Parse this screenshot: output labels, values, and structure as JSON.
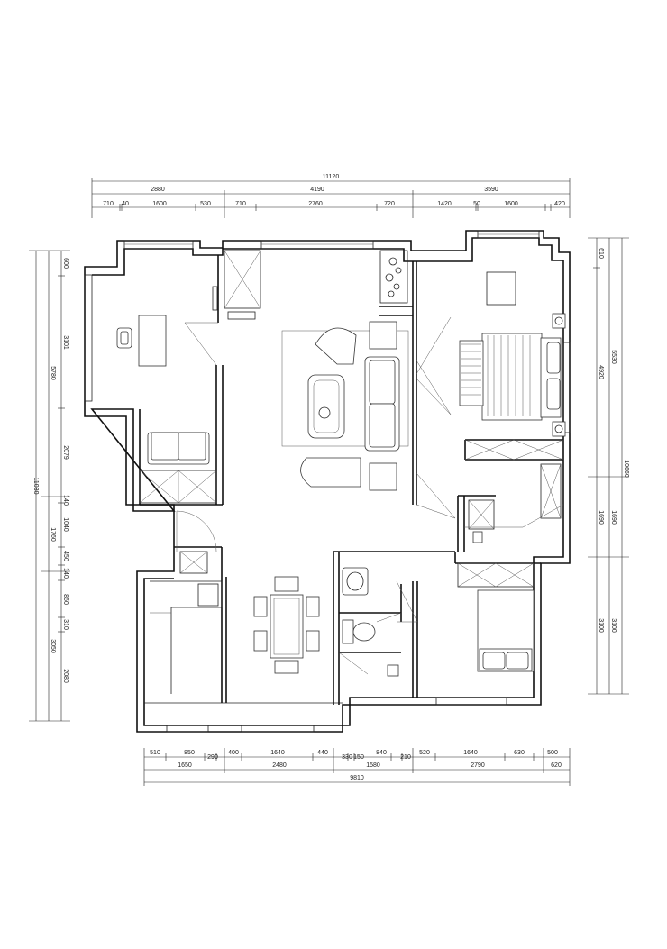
{
  "dimensions": {
    "top": {
      "overall": "11120",
      "sections": [
        "2880",
        "4190",
        "3590"
      ],
      "details": [
        "710",
        "40",
        "1600",
        "530",
        "710",
        "2760",
        "720",
        "1420",
        "50",
        "1600",
        "420"
      ]
    },
    "bottom": {
      "overall": "9810",
      "sections": [
        "1650",
        "2480",
        "1580",
        "2790",
        "620"
      ],
      "details": [
        "510",
        "850",
        "290",
        "400",
        "1640",
        "440",
        "330",
        "150",
        "840",
        "210",
        "520",
        "1640",
        "630",
        "500"
      ]
    },
    "left": {
      "overall": "11030",
      "sections": [
        "5780",
        "1760",
        "3050"
      ],
      "details": [
        "600",
        "3101",
        "2079",
        "140",
        "1040",
        "450",
        "140",
        "860",
        "310",
        "2080"
      ]
    },
    "right": {
      "overall": "10660",
      "sections": [
        "5530",
        "1690",
        "3100"
      ],
      "details": [
        "610",
        "4920",
        "1690",
        "3100"
      ]
    }
  }
}
